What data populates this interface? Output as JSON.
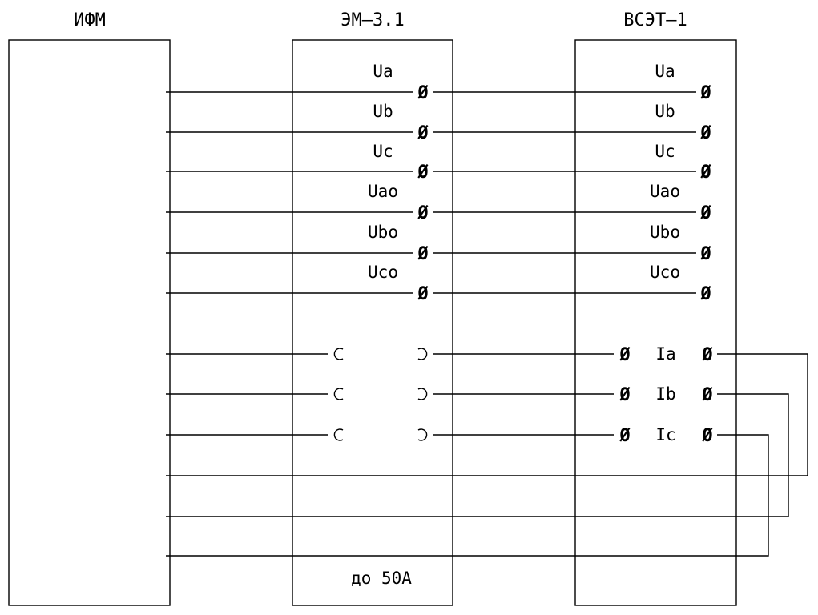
{
  "blocks": {
    "ifm": {
      "title": "ИФМ"
    },
    "em": {
      "title": "ЭМ–3.1",
      "voltage_labels": [
        "Ua",
        "Ub",
        "Uc",
        "Uao",
        "Ubo",
        "Uco"
      ],
      "note": "до 50А"
    },
    "vset": {
      "title": "ВСЭТ–1",
      "voltage_labels": [
        "Ua",
        "Ub",
        "Uc",
        "Uao",
        "Ubo",
        "Uco"
      ],
      "current_labels": [
        "Ia",
        "Ib",
        "Ic"
      ]
    }
  },
  "terminal_symbol": "Ø",
  "colors": {
    "line": "#000000",
    "background": "#ffffff"
  }
}
